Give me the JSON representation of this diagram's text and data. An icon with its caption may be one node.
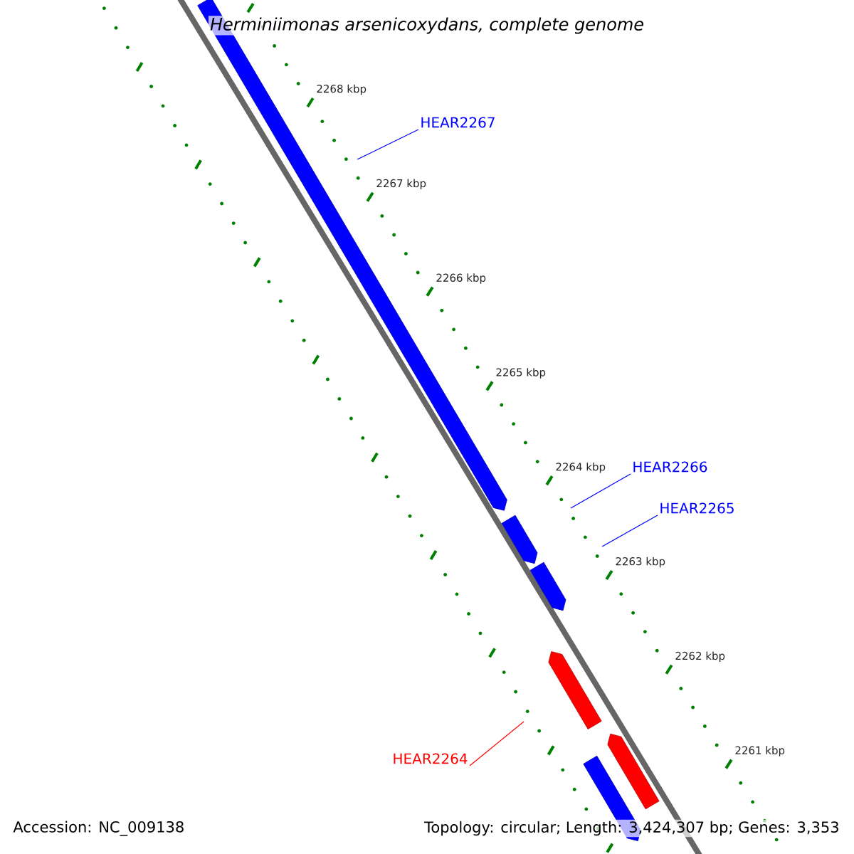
{
  "diagram": {
    "title": "Herminiimonas arsenicoxydans, complete genome",
    "nodes": [
      {
        "text": [],
        "shape": "bar"
      },
      {
        "text": [],
        "shape": "bar"
      },
      {
        "text": [],
        "shape": "bar"
      },
      {
        "text": [],
        "shape": "bar"
      },
      {
        "text": [],
        "shape": "bar"
      },
      {
        "text": [],
        "shape": "bar"
      },
      {
        "text": [
          "HEAR2267"
        ]
      },
      {
        "text": [
          "HEAR2266"
        ]
      },
      {
        "text": [
          "HEAR2265"
        ]
      },
      {
        "text": [
          "HEAR2264"
        ]
      }
    ],
    "edges": [
      {
        "from": 6,
        "to": null,
        "arrow": "none"
      },
      {
        "from": 7,
        "to": null,
        "arrow": "none"
      },
      {
        "from": 8,
        "to": null,
        "arrow": "none"
      },
      {
        "from": 9,
        "to": null,
        "arrow": "none",
        "color": "#ff0000"
      }
    ],
    "labels": [
      "2268 kbp",
      "2267 kbp",
      "2266 kbp",
      "2265 kbp",
      "2264 kbp",
      "2263 kbp",
      "2262 kbp",
      "2261 kbp",
      "Accession: NC_009138",
      "Topology: circular; Length: 3,424,307 bp; Genes: 3,353"
    ]
  }
}
